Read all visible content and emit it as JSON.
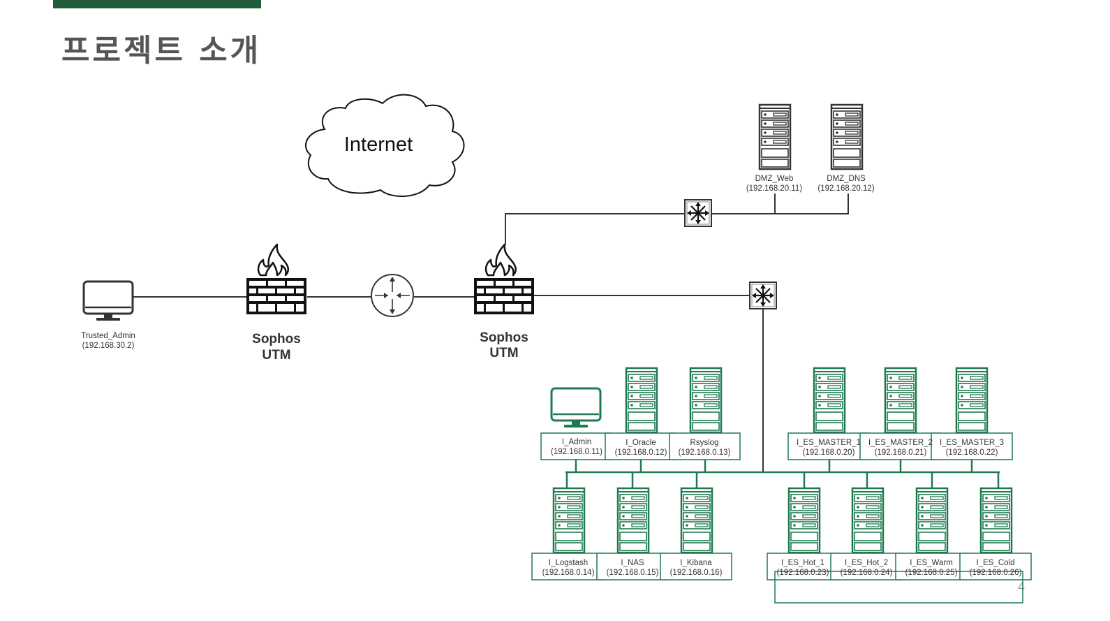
{
  "title": "프로젝트 소개",
  "page_number": "4",
  "colors": {
    "accent": "#1e5c3c",
    "internal": "#1f7a4f",
    "external": "#333333"
  },
  "cloud": {
    "label": "Internet"
  },
  "firewalls": [
    {
      "line1": "Sophos",
      "line2": "UTM"
    },
    {
      "line1": "Sophos",
      "line2": "UTM"
    }
  ],
  "trusted_admin": {
    "name": "Trusted_Admin",
    "ip": "(192.168.30.2)"
  },
  "dmz_servers": [
    {
      "name": "DMZ_Web",
      "ip": "(192.168.20.11)"
    },
    {
      "name": "DMZ_DNS",
      "ip": "(192.168.20.12)"
    }
  ],
  "internal_top": [
    {
      "name": "I_Admin",
      "ip": "(192.168.0.11)",
      "icon": "monitor-icon"
    },
    {
      "name": "I_Oracle",
      "ip": "(192.168.0.12)",
      "icon": "server-icon"
    },
    {
      "name": "Rsyslog",
      "ip": "(192.168.0.13)",
      "icon": "server-icon"
    },
    {
      "name": "I_ES_MASTER_1",
      "ip": "(192.168.0.20)",
      "icon": "server-icon"
    },
    {
      "name": "I_ES_MASTER_2",
      "ip": "(192.168.0.21)",
      "icon": "server-icon"
    },
    {
      "name": "I_ES_MASTER_3",
      "ip": "(192.168.0.22)",
      "icon": "server-icon"
    }
  ],
  "internal_bottom": [
    {
      "name": "I_Logstash",
      "ip": "(192.168.0.14)"
    },
    {
      "name": "I_NAS",
      "ip": "(192.168.0.15)"
    },
    {
      "name": "I_Kibana",
      "ip": "(192.168.0.16)"
    },
    {
      "name": "I_ES_Hot_1",
      "ip": "(192.168.0.23)"
    },
    {
      "name": "I_ES_Hot_2",
      "ip": "(192.168.0.24)"
    },
    {
      "name": "I_ES_Warm",
      "ip": "(192.168.0.25)"
    },
    {
      "name": "I_ES_Cold",
      "ip": "(192.168.0.26)"
    }
  ]
}
